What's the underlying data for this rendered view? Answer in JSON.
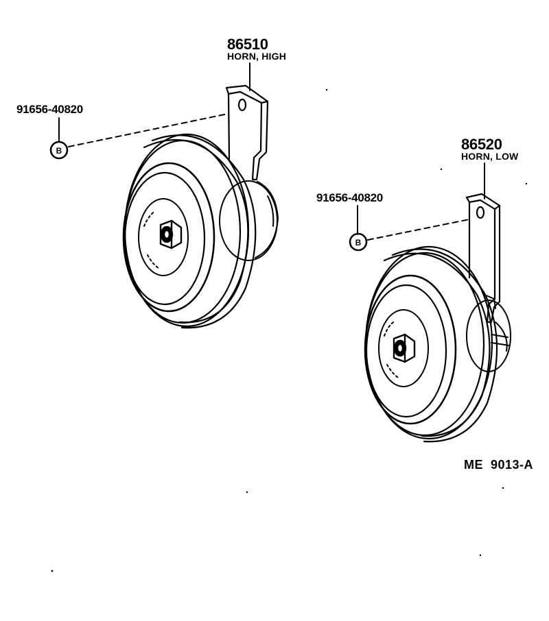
{
  "parts": {
    "horn_high": {
      "part_no": "86510",
      "name": "HORN, HIGH"
    },
    "horn_low": {
      "part_no": "86520",
      "name": "HORN, LOW"
    },
    "bolt_1": {
      "part_no": "91656-40820",
      "symbol": "B"
    },
    "bolt_2": {
      "part_no": "91656-40820",
      "symbol": "B"
    }
  },
  "diagram_code": "ME  9013-A",
  "colors": {
    "ink": "#000000",
    "paper": "#ffffff"
  }
}
